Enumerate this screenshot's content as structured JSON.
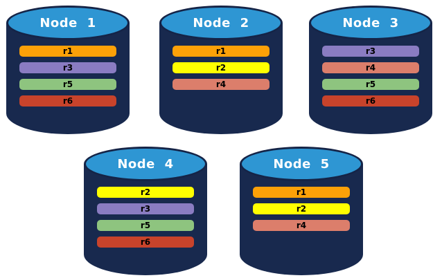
{
  "diagram": {
    "description_colors": {
      "background": "#FFFFFF",
      "cylinder_body": "#18294E",
      "cylinder_top": "#2E96D3",
      "cylinder_outline": "#152447",
      "title_text": "#FFFFFF",
      "bar_text": "#000000"
    },
    "replica_colors": {
      "r1": "#FCA108",
      "r2": "#FFFF00",
      "r3": "#8A7CC2",
      "r4": "#DC7E6B",
      "r5": "#8EC47F",
      "r6": "#C8432B"
    },
    "nodes": [
      {
        "label": "Node 1",
        "replicas": [
          "r1",
          "r3",
          "r5",
          "r6"
        ]
      },
      {
        "label": "Node 2",
        "replicas": [
          "r1",
          "r2",
          "r4"
        ]
      },
      {
        "label": "Node 3",
        "replicas": [
          "r3",
          "r4",
          "r5",
          "r6"
        ]
      },
      {
        "label": "Node 4",
        "replicas": [
          "r2",
          "r3",
          "r5",
          "r6"
        ]
      },
      {
        "label": "Node 5",
        "replicas": [
          "r1",
          "r2",
          "r4"
        ]
      }
    ]
  }
}
